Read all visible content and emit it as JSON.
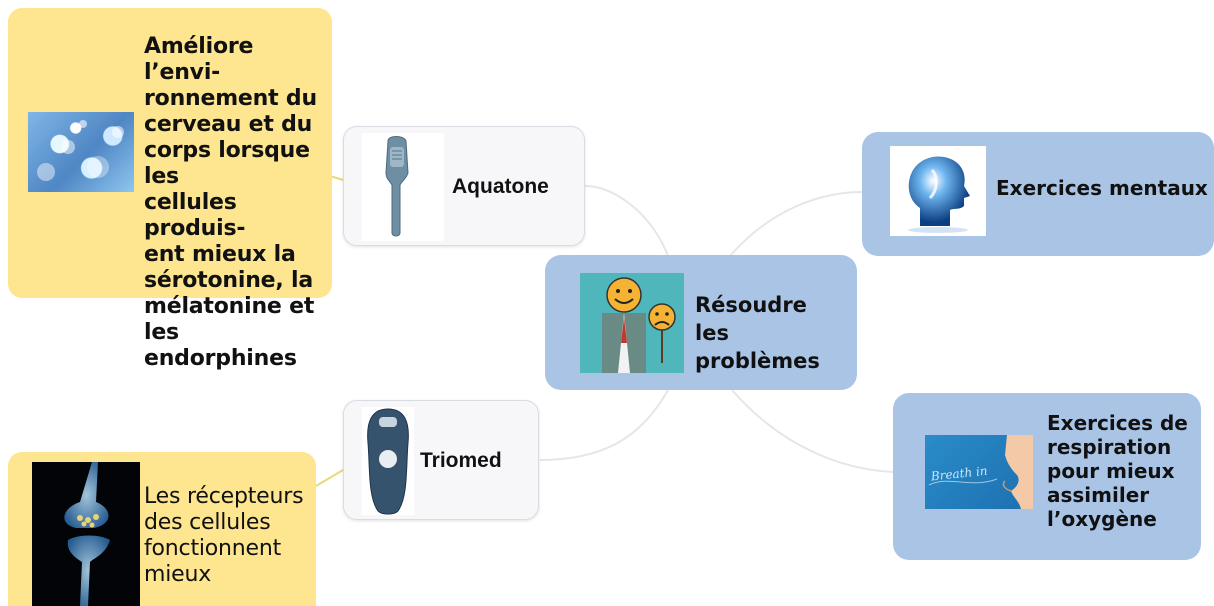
{
  "center": {
    "line1": "Résoudre",
    "line2": "les problèmes"
  },
  "aquatone": {
    "label": "Aquatone"
  },
  "triomed": {
    "label": "Triomed"
  },
  "mental": {
    "label": "Exercices mentaux"
  },
  "breath": {
    "line1": "Exercices de",
    "line2": "respiration",
    "line3": "pour mieux",
    "line4": "assimiler",
    "line5": "l’oxygène",
    "image_text": "Breath in"
  },
  "aquatone_note": {
    "lines": [
      "Améliore l’envi-",
      "ronnement du",
      "cerveau et du",
      "corps lorsque les",
      "cellules produis-",
      "ent mieux la",
      "sérotonine, la",
      "mélatonine et",
      "les endorphines"
    ]
  },
  "triomed_note": {
    "lines": [
      "Les récepteurs",
      "des cellules",
      "fonctionnent",
      "mieux"
    ]
  },
  "colors": {
    "yellow": "#fde68f",
    "blue": "#aac4e6",
    "white": "#f7f7f9",
    "connector": "#e2e4e8"
  }
}
